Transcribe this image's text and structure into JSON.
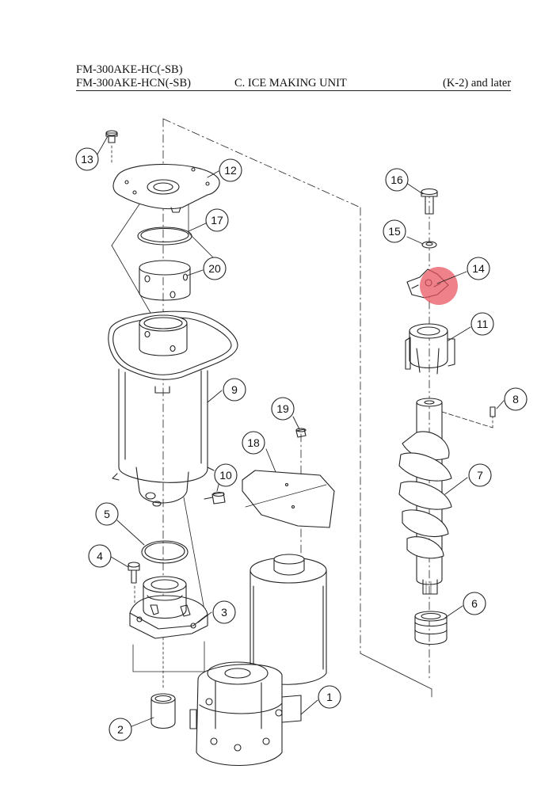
{
  "header": {
    "model_line_1": "FM-300AKE-HC(-SB)",
    "model_line_2": "FM-300AKE-HCN(-SB)",
    "section_title": "C. ICE MAKING UNIT",
    "serial_range": "(K-2) and later"
  },
  "highlight_color": "#e8505b",
  "callouts": [
    {
      "id": "part-1",
      "number": "1"
    },
    {
      "id": "part-2",
      "number": "2"
    },
    {
      "id": "part-3",
      "number": "3"
    },
    {
      "id": "part-4",
      "number": "4"
    },
    {
      "id": "part-5",
      "number": "5"
    },
    {
      "id": "part-6",
      "number": "6"
    },
    {
      "id": "part-7",
      "number": "7"
    },
    {
      "id": "part-8",
      "number": "8"
    },
    {
      "id": "part-9",
      "number": "9"
    },
    {
      "id": "part-10",
      "number": "10"
    },
    {
      "id": "part-11",
      "number": "11"
    },
    {
      "id": "part-12",
      "number": "12"
    },
    {
      "id": "part-13",
      "number": "13"
    },
    {
      "id": "part-14",
      "number": "14",
      "highlighted": true
    },
    {
      "id": "part-15",
      "number": "15"
    },
    {
      "id": "part-16",
      "number": "16"
    },
    {
      "id": "part-17",
      "number": "17"
    },
    {
      "id": "part-18",
      "number": "18"
    },
    {
      "id": "part-19",
      "number": "19"
    },
    {
      "id": "part-20",
      "number": "20"
    }
  ]
}
